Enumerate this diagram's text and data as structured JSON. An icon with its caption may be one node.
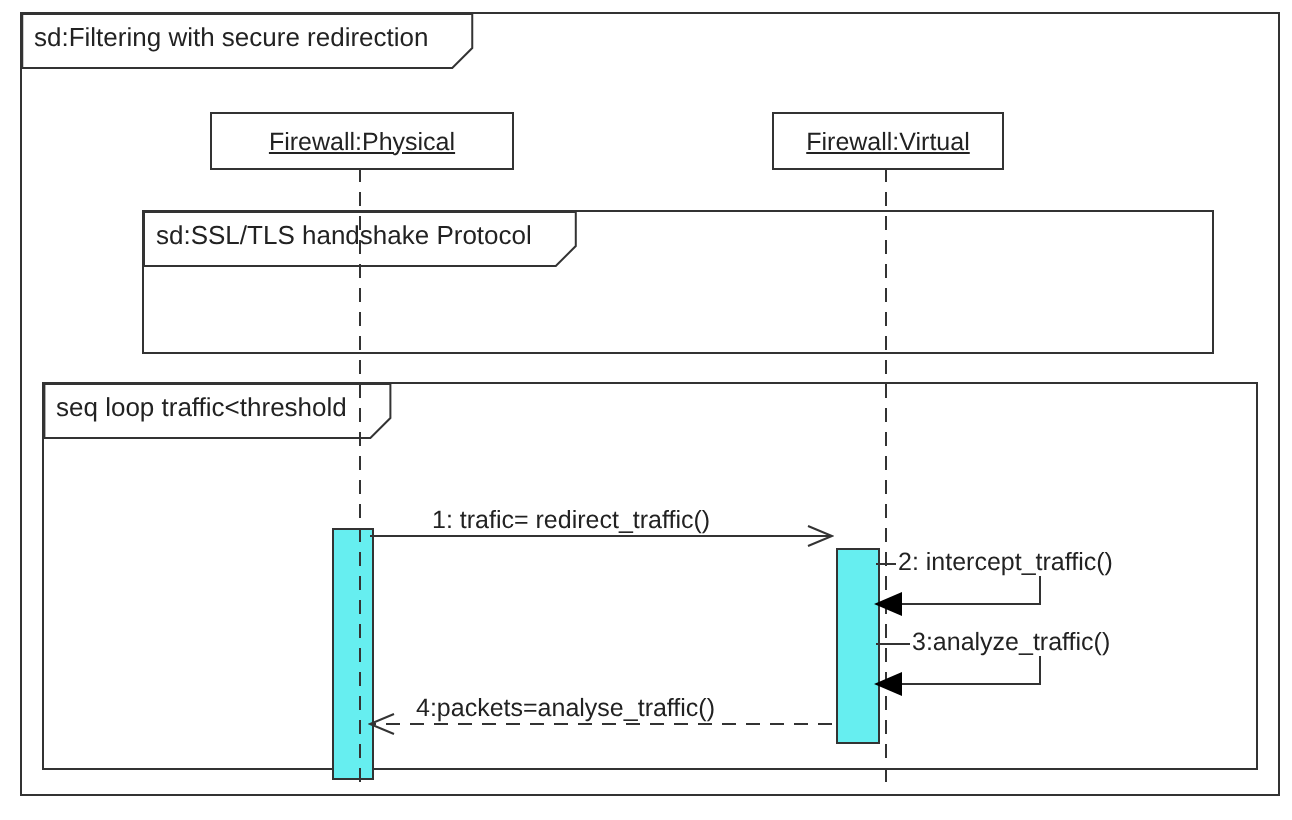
{
  "diagram": {
    "nodes": [
      {
        "text": [
          "sd:Filtering with secure redirection"
        ]
      },
      {
        "text": [
          "Firewall:Physical"
        ],
        "in": 0
      },
      {
        "text": [
          "Firewall:Virtual"
        ],
        "in": 0
      },
      {
        "text": [
          "sd:SSL/TLS handshake Protocol"
        ],
        "in": 0
      },
      {
        "text": [
          "seq loop traffic<threshold"
        ],
        "in": 0
      },
      {
        "text": [],
        "shape": "bar",
        "in": 4
      },
      {
        "text": [],
        "shape": "bar",
        "in": 4
      }
    ],
    "edges": [
      {
        "from": 5,
        "to": 6,
        "arrow": "to",
        "label": "1: trafic= redirect_traffic()"
      },
      {
        "from": 6,
        "to": 6,
        "arrow": "to",
        "label": "2: intercept_traffic()"
      },
      {
        "from": 6,
        "to": 6,
        "arrow": "to",
        "label": "3:analyze_traffic()"
      },
      {
        "from": 6,
        "to": 5,
        "arrow": "to",
        "label": "4:packets=analyse_traffic()",
        "style": "dashed"
      }
    ]
  }
}
